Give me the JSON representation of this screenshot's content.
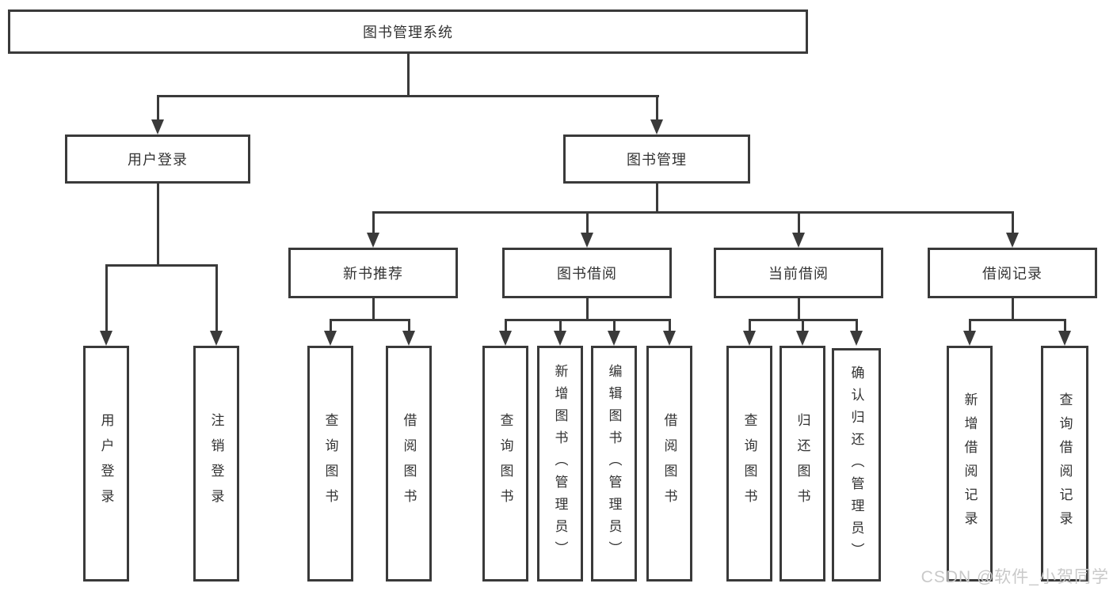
{
  "diagram": {
    "root": {
      "label": "图书管理系统"
    },
    "branches": [
      {
        "label": "用户登录",
        "leaves": [
          {
            "label": "用户登录"
          },
          {
            "label": "注销登录"
          }
        ]
      },
      {
        "label": "图书管理",
        "groups": [
          {
            "label": "新书推荐",
            "leaves": [
              {
                "label": "查询图书"
              },
              {
                "label": "借阅图书"
              }
            ]
          },
          {
            "label": "图书借阅",
            "leaves": [
              {
                "label": "查询图书"
              },
              {
                "label": "新增图书（管理员）"
              },
              {
                "label": "编辑图书（管理员）"
              },
              {
                "label": "借阅图书"
              }
            ]
          },
          {
            "label": "当前借阅",
            "leaves": [
              {
                "label": "查询图书"
              },
              {
                "label": "归还图书"
              },
              {
                "label": "确认归还（管理员）"
              }
            ]
          },
          {
            "label": "借阅记录",
            "leaves": [
              {
                "label": "新增借阅记录"
              },
              {
                "label": "查询借阅记录"
              }
            ]
          }
        ]
      }
    ]
  },
  "watermark": {
    "text": "CSDN @软件_小贺同学"
  },
  "colors": {
    "line": "#3a3a3a",
    "text": "#333333",
    "watermark": "#c9c9c9"
  }
}
